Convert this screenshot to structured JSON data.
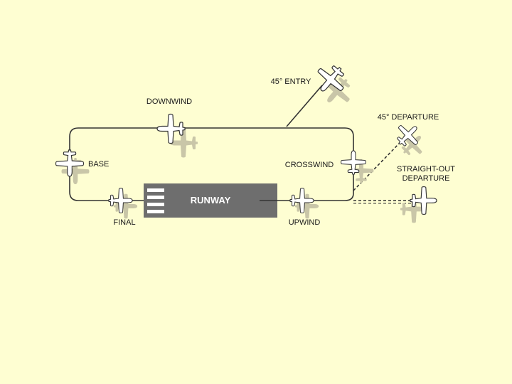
{
  "diagram": {
    "runway_label": "RUNWAY",
    "legs": {
      "downwind": "DOWNWIND",
      "base": "BASE",
      "final": "FINAL",
      "upwind": "UPWIND",
      "crosswind": "CROSSWIND"
    },
    "entry": "45° ENTRY",
    "departure_45": "45° DEPARTURE",
    "straight_out_line1": "STRAIGHT-OUT",
    "straight_out_line2": "DEPARTURE"
  },
  "colors": {
    "background": "#fefed2",
    "runway": "#6e6e6e",
    "line": "#333333",
    "shadow": "#c9c6a8",
    "aircraft": "#ffffff"
  }
}
